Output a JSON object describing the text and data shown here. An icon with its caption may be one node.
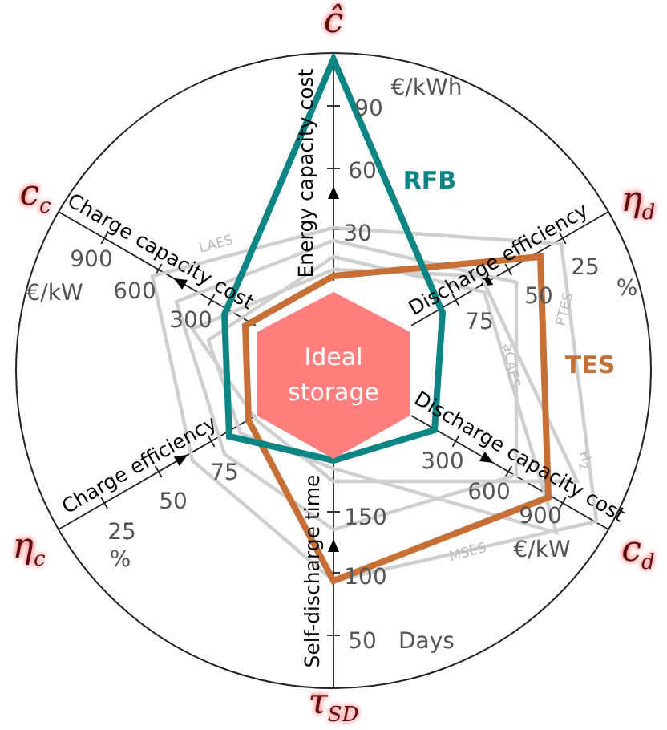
{
  "diagram": {
    "nodes": [
      {
        "text": [
          "Ideal storage"
        ]
      }
    ],
    "labels": [
      "ĉ",
      "€/kWh",
      "90",
      "Energy capacity cost",
      "60",
      "RFB",
      "c$_{c}$",
      "η$_{d}$",
      "30",
      "Charge capacity cost",
      "LAES",
      "900",
      "Discharge efficiency",
      "25",
      "€/kW",
      "600",
      "50",
      "%",
      "PTES",
      "300",
      "75",
      "aCAES",
      "TES",
      "Charge efficiency",
      "Discharge capacity cost",
      "75",
      "300",
      "H$_{2}$",
      "600",
      "50",
      "25",
      "150",
      "Self-discharge time",
      "900",
      "η$_{c}$",
      "%",
      "MSES",
      "€/kW",
      "c$_{d}$",
      "100",
      "50",
      "Days",
      "τ$_{SD}$"
    ]
  }
}
